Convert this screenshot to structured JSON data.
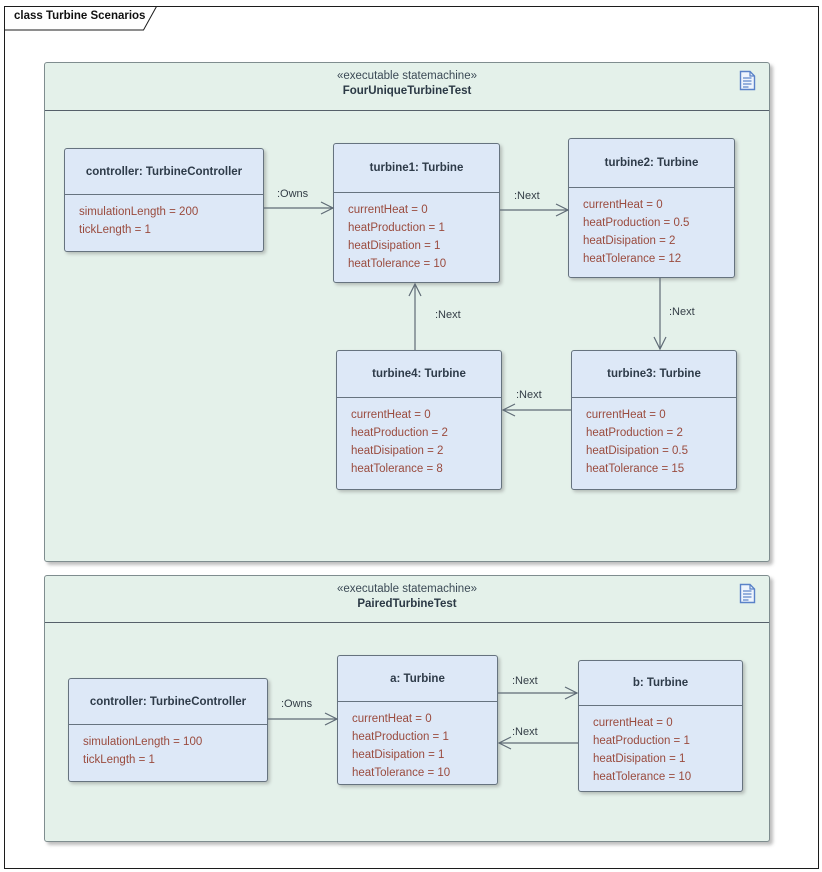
{
  "diagram": {
    "title": "class Turbine Scenarios"
  },
  "frames": [
    {
      "stereotype": "«executable statemachine»",
      "name": "FourUniqueTurbineTest",
      "boxes": [
        {
          "title": "controller: TurbineController",
          "attrs": [
            "simulationLength = 200",
            "tickLength = 1"
          ]
        },
        {
          "title": "turbine1: Turbine",
          "attrs": [
            "currentHeat = 0",
            "heatProduction = 1",
            "heatDisipation = 1",
            "heatTolerance = 10"
          ]
        },
        {
          "title": "turbine2: Turbine",
          "attrs": [
            "currentHeat = 0",
            "heatProduction = 0.5",
            "heatDisipation = 2",
            "heatTolerance = 12"
          ]
        },
        {
          "title": "turbine3: Turbine",
          "attrs": [
            "currentHeat = 0",
            "heatProduction = 2",
            "heatDisipation = 0.5",
            "heatTolerance = 15"
          ]
        },
        {
          "title": "turbine4: Turbine",
          "attrs": [
            "currentHeat = 0",
            "heatProduction = 2",
            "heatDisipation = 2",
            "heatTolerance = 8"
          ]
        }
      ],
      "labels": {
        "owns": ":Owns",
        "next12": ":Next",
        "next23": ":Next",
        "next34": ":Next",
        "next41": ":Next"
      }
    },
    {
      "stereotype": "«executable statemachine»",
      "name": "PairedTurbineTest",
      "boxes": [
        {
          "title": "controller: TurbineController",
          "attrs": [
            "simulationLength = 100",
            "tickLength = 1"
          ]
        },
        {
          "title": "a: Turbine",
          "attrs": [
            "currentHeat = 0",
            "heatProduction = 1",
            "heatDisipation = 1",
            "heatTolerance = 10"
          ]
        },
        {
          "title": "b: Turbine",
          "attrs": [
            "currentHeat = 0",
            "heatProduction = 1",
            "heatDisipation = 1",
            "heatTolerance = 10"
          ]
        }
      ],
      "labels": {
        "owns": ":Owns",
        "next_ab": ":Next",
        "next_ba": ":Next"
      }
    }
  ],
  "icons": {
    "frame_corner": "document-icon"
  },
  "colors": {
    "frame_fill": "#e4f1ea",
    "box_fill": "#dde8f7",
    "attribute_text": "#9a4b3e",
    "connector_line": "#5f6b76",
    "document_icon_blue": "#5a82c8"
  }
}
